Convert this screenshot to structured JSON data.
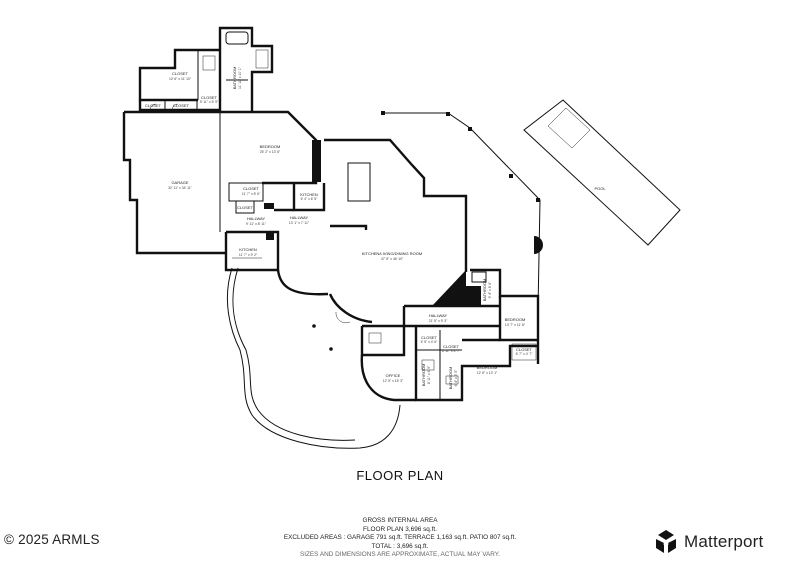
{
  "rooms": {
    "closet_nw": {
      "name": "CLOSET",
      "dims": "10' 6\" x 11' 10\""
    },
    "bathroom_n": {
      "name": "BATHROOM",
      "dims": "11' 11\" x 10' 1\""
    },
    "closet_a": {
      "name": "CLOSET",
      "dims": ""
    },
    "closet_b": {
      "name": "CLOSET",
      "dims": ""
    },
    "closet_c": {
      "name": "CLOSET",
      "dims": "5' 11\" x 5' 9\""
    },
    "bedroom_n": {
      "name": "BEDROOM",
      "dims": "25' 2\" x 13' 8\""
    },
    "garage": {
      "name": "GARAGE",
      "dims": "32' 11\" x 34' 11\""
    },
    "closet_mid": {
      "name": "CLOSET",
      "dims": "11' 7\" x 8' 6\""
    },
    "closet_small": {
      "name": "CLOSET",
      "dims": ""
    },
    "kitchen_small": {
      "name": "KITCHEN",
      "dims": "6' 4\" x 6' 5\""
    },
    "hallway_w": {
      "name": "HALLWAY",
      "dims": "9' 11\" x 8' 11\""
    },
    "hallway_c": {
      "name": "HALLWAY",
      "dims": "13' 1\" x 7' 11\""
    },
    "kitchen": {
      "name": "KITCHEN",
      "dims": "11' 7\" x 9' 2\""
    },
    "kitchen_living": {
      "name": "KITCHEN/LIVING/DINING ROOM",
      "dims": "47' 8\" x 46' 10\""
    },
    "bathroom_e": {
      "name": "BATHROOM",
      "dims": "9' 4\" x 8' 6\""
    },
    "bedroom_e": {
      "name": "BEDROOM",
      "dims": "13' 7\" x 11' 8\""
    },
    "hallway_s": {
      "name": "HALLWAY",
      "dims": "21' 5\" x 9' 3\""
    },
    "closet_s1": {
      "name": "CLOSET",
      "dims": "5' 5\" x 4' 6\""
    },
    "closet_s2": {
      "name": "CLOSET",
      "dims": "6' 11\" x 4' 7\""
    },
    "closet_e": {
      "name": "CLOSET",
      "dims": "6' 7\" x 4' 7\""
    },
    "bedroom_s": {
      "name": "BEDROOM",
      "dims": "12' 8\" x 13' 1\""
    },
    "bathroom_s1": {
      "name": "BATHROOM",
      "dims": "8' 11\" x 6' 9\""
    },
    "bathroom_s2": {
      "name": "BATHROOM",
      "dims": "6' 4\" x 5' 5\""
    },
    "office": {
      "name": "OFFICE",
      "dims": "12' 5\" x 15' 3\""
    },
    "pool": {
      "name": "POOL",
      "dims": ""
    }
  },
  "title": "FLOOR PLAN",
  "summary": {
    "line1": "GROSS INTERNAL AREA",
    "line2": "FLOOR PLAN 3,696 sq.ft.",
    "line3": "EXCLUDED AREAS :  GARAGE 791 sq.ft.   TERRACE 1,163 sq.ft.   PATIO 807 sq.ft.",
    "line4": "TOTAL :  3,696 sq.ft.",
    "line5": "SIZES AND DIMENSIONS ARE APPROXIMATE, ACTUAL MAY VARY."
  },
  "copyright": "2025 ARMLS",
  "brand": "Matterport",
  "brand_mark": "matterport-cube-icon",
  "colors": {
    "wall": "#111111",
    "background": "#ffffff"
  }
}
